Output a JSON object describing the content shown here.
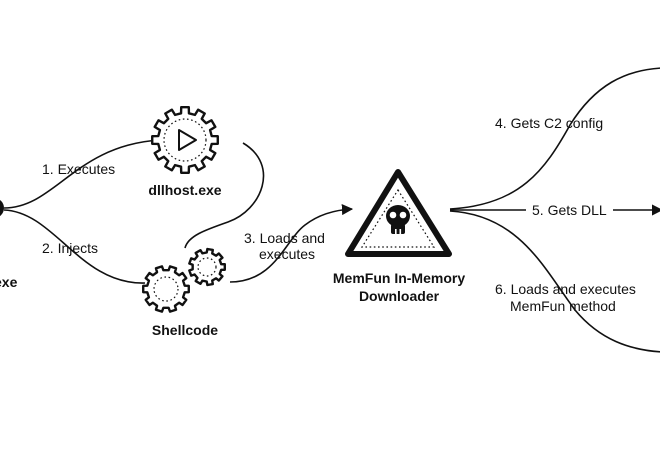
{
  "nodes": {
    "source_exe": "exe",
    "dllhost": "dllhost.exe",
    "shellcode": "Shellcode",
    "downloader_line1": "MemFun In-Memory",
    "downloader_line2": "Downloader"
  },
  "edges": {
    "e1": "1. Executes",
    "e2": "2. Injects",
    "e3_line1": "3. Loads and",
    "e3_line2": "executes",
    "e4": "4. Gets C2 config",
    "e5": "5. Gets DLL",
    "e6_line1": "6. Loads and executes",
    "e6_line2": "MemFun method"
  },
  "icons": {
    "dllhost": "gear-play-icon",
    "shellcode": "gears-icon",
    "downloader": "skull-warning-icon"
  }
}
